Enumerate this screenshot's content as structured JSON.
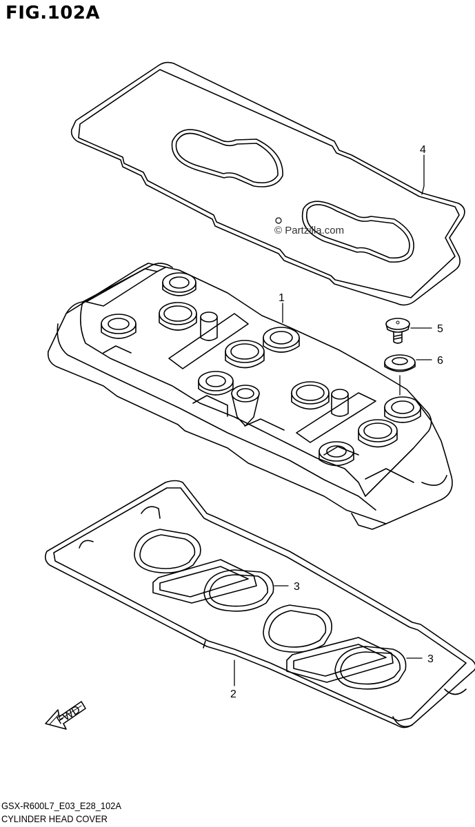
{
  "figure": {
    "title": "FIG.102A",
    "code": "GSX-R600L7_E03_E28_102A",
    "name": "CYLINDER HEAD COVER",
    "watermark": "© Partzilla.com",
    "direction_label": "FWD"
  },
  "callouts": [
    {
      "id": "callout-1",
      "label": "1"
    },
    {
      "id": "callout-2",
      "label": "2"
    },
    {
      "id": "callout-3a",
      "label": "3"
    },
    {
      "id": "callout-3b",
      "label": "3"
    },
    {
      "id": "callout-4",
      "label": "4"
    },
    {
      "id": "callout-5",
      "label": "5"
    },
    {
      "id": "callout-6",
      "label": "6"
    }
  ]
}
